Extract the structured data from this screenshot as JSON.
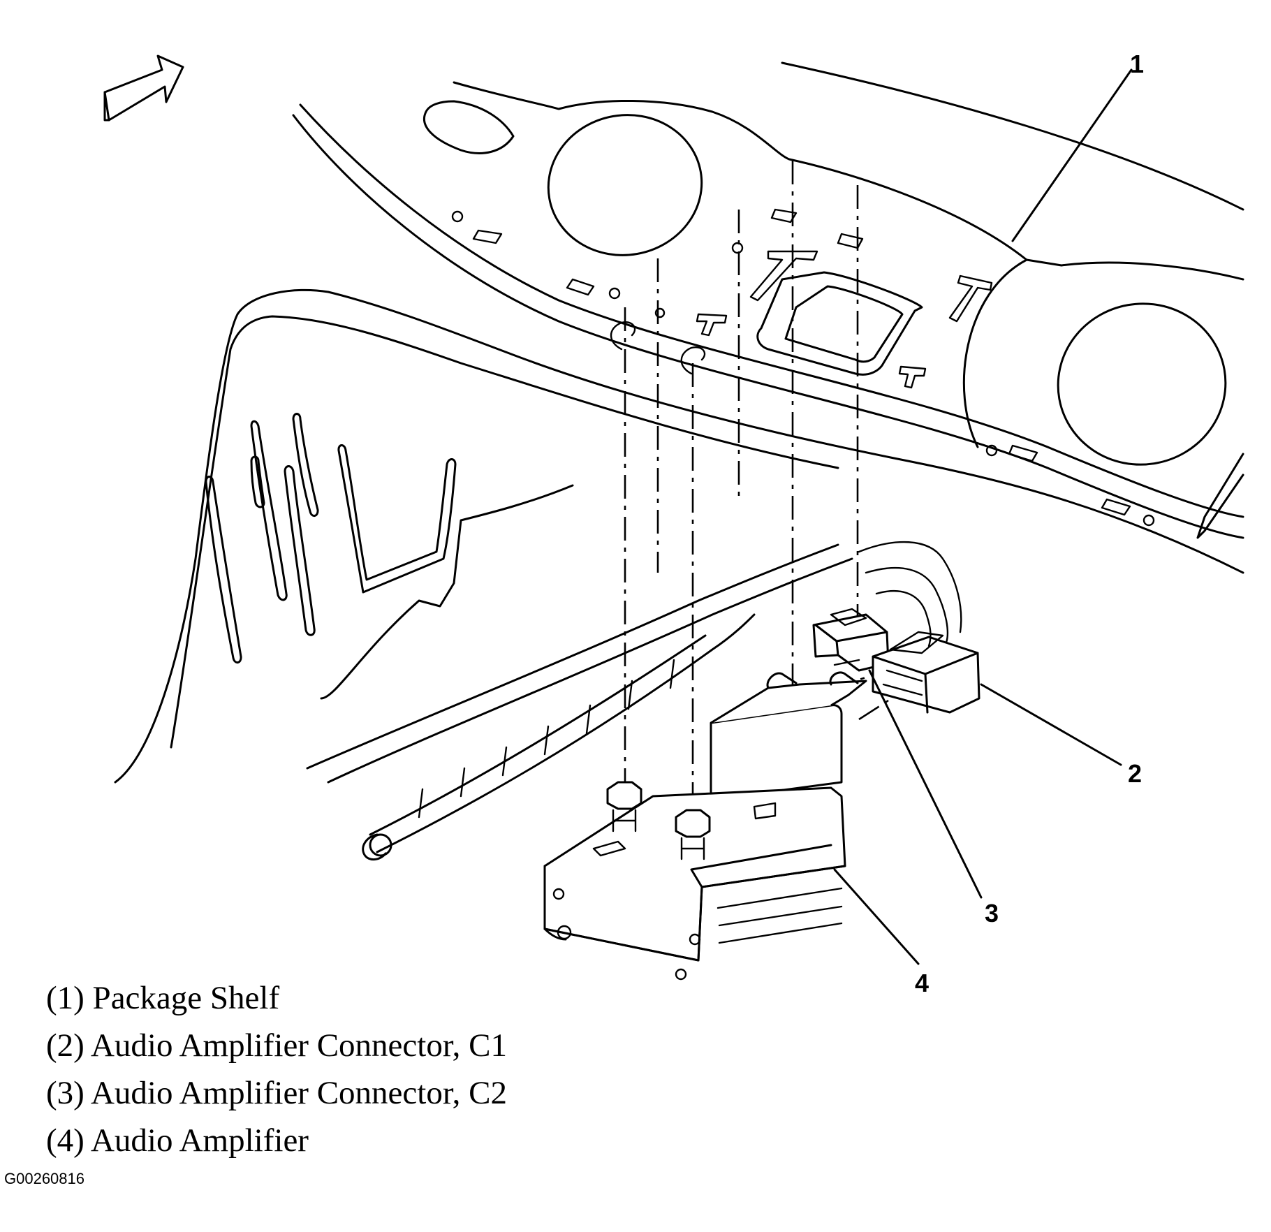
{
  "callouts": [
    {
      "number": "1",
      "label": "(1) Package Shelf"
    },
    {
      "number": "2",
      "label": "(2) Audio Amplifier Connector, C1"
    },
    {
      "number": "3",
      "label": "(3) Audio Amplifier Connector, C2"
    },
    {
      "number": "4",
      "label": "(4) Audio Amplifier"
    }
  ],
  "figure_id": "G00260816",
  "icons": {
    "direction_arrow": "front-direction-arrow-icon"
  }
}
